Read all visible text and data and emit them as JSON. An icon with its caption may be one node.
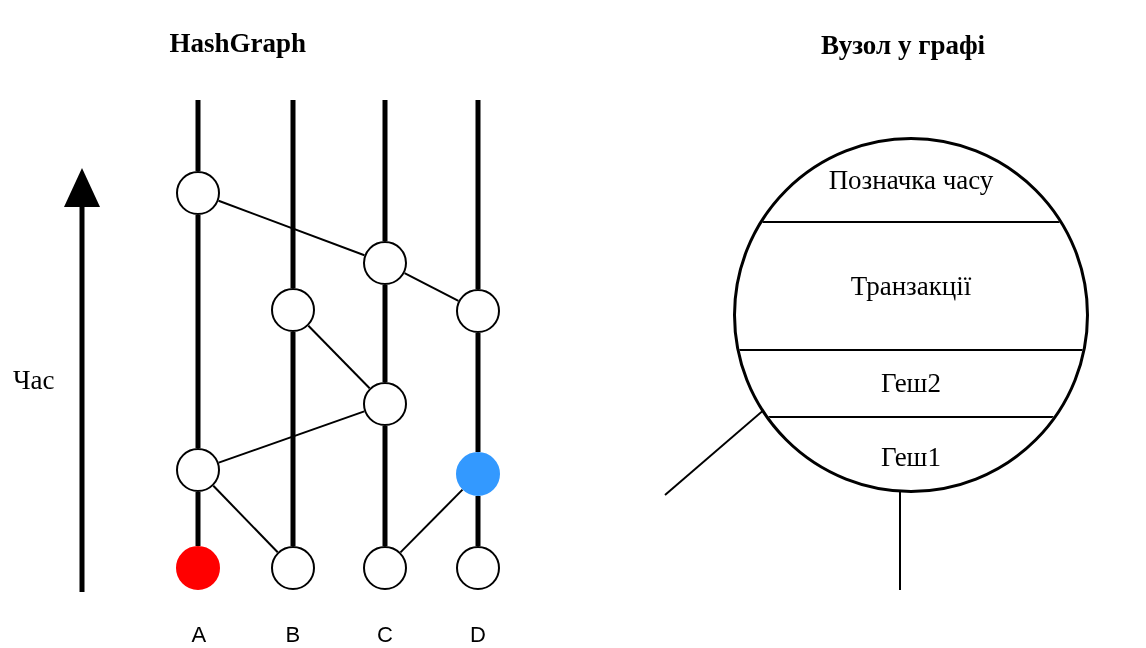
{
  "diagram": {
    "nodes": [
      {
        "text": [],
        "shape": "circle"
      },
      {
        "text": [],
        "shape": "circle"
      },
      {
        "text": [],
        "shape": "circle"
      },
      {
        "text": [],
        "shape": "circle"
      },
      {
        "text": [],
        "shape": "circle"
      },
      {
        "text": [],
        "shape": "circle"
      },
      {
        "text": [],
        "shape": "circle"
      },
      {
        "text": [],
        "shape": "circle"
      },
      {
        "text": [],
        "shape": "circle"
      },
      {
        "text": [],
        "shape": "circle"
      },
      {
        "text": [],
        "shape": "circle"
      },
      {
        "text": [],
        "shape": "circle"
      },
      {
        "text": [
          "Позначка часу"
        ],
        "in": 11
      },
      {
        "text": [
          "Транзакції"
        ],
        "in": 11
      },
      {
        "text": [
          "Геш2"
        ],
        "in": 11
      },
      {
        "text": [
          "Геш1"
        ],
        "in": 11
      }
    ],
    "edges": [
      {
        "from": 0,
        "to": 1,
        "arrow": "none"
      },
      {
        "from": 1,
        "to": 3,
        "arrow": "none"
      },
      {
        "from": 2,
        "to": 4,
        "arrow": "none"
      },
      {
        "from": 4,
        "to": 5,
        "arrow": "none"
      },
      {
        "from": 5,
        "to": 8,
        "arrow": "none"
      },
      {
        "from": 9,
        "to": 6,
        "arrow": "none"
      },
      {
        "from": 7,
        "to": 5,
        "arrow": "none",
        "style": "thick"
      },
      {
        "from": 5,
        "to": 0,
        "arrow": "none",
        "style": "thick"
      },
      {
        "from": 8,
        "to": 2,
        "arrow": "none",
        "style": "thick"
      },
      {
        "from": 9,
        "to": 4,
        "arrow": "none",
        "style": "thick"
      },
      {
        "from": 4,
        "to": 1,
        "arrow": "none",
        "style": "thick"
      },
      {
        "from": 10,
        "to": 6,
        "arrow": "none",
        "style": "thick"
      },
      {
        "from": 6,
        "to": 3,
        "arrow": "none",
        "style": "thick"
      },
      {
        "from": 14,
        "to": null,
        "arrow": "none"
      },
      {
        "from": 15,
        "to": null,
        "arrow": "none"
      }
    ],
    "labels": [
      "HashGraph",
      "Вузол у графі",
      "Час",
      "A",
      "B",
      "C",
      "D"
    ]
  }
}
